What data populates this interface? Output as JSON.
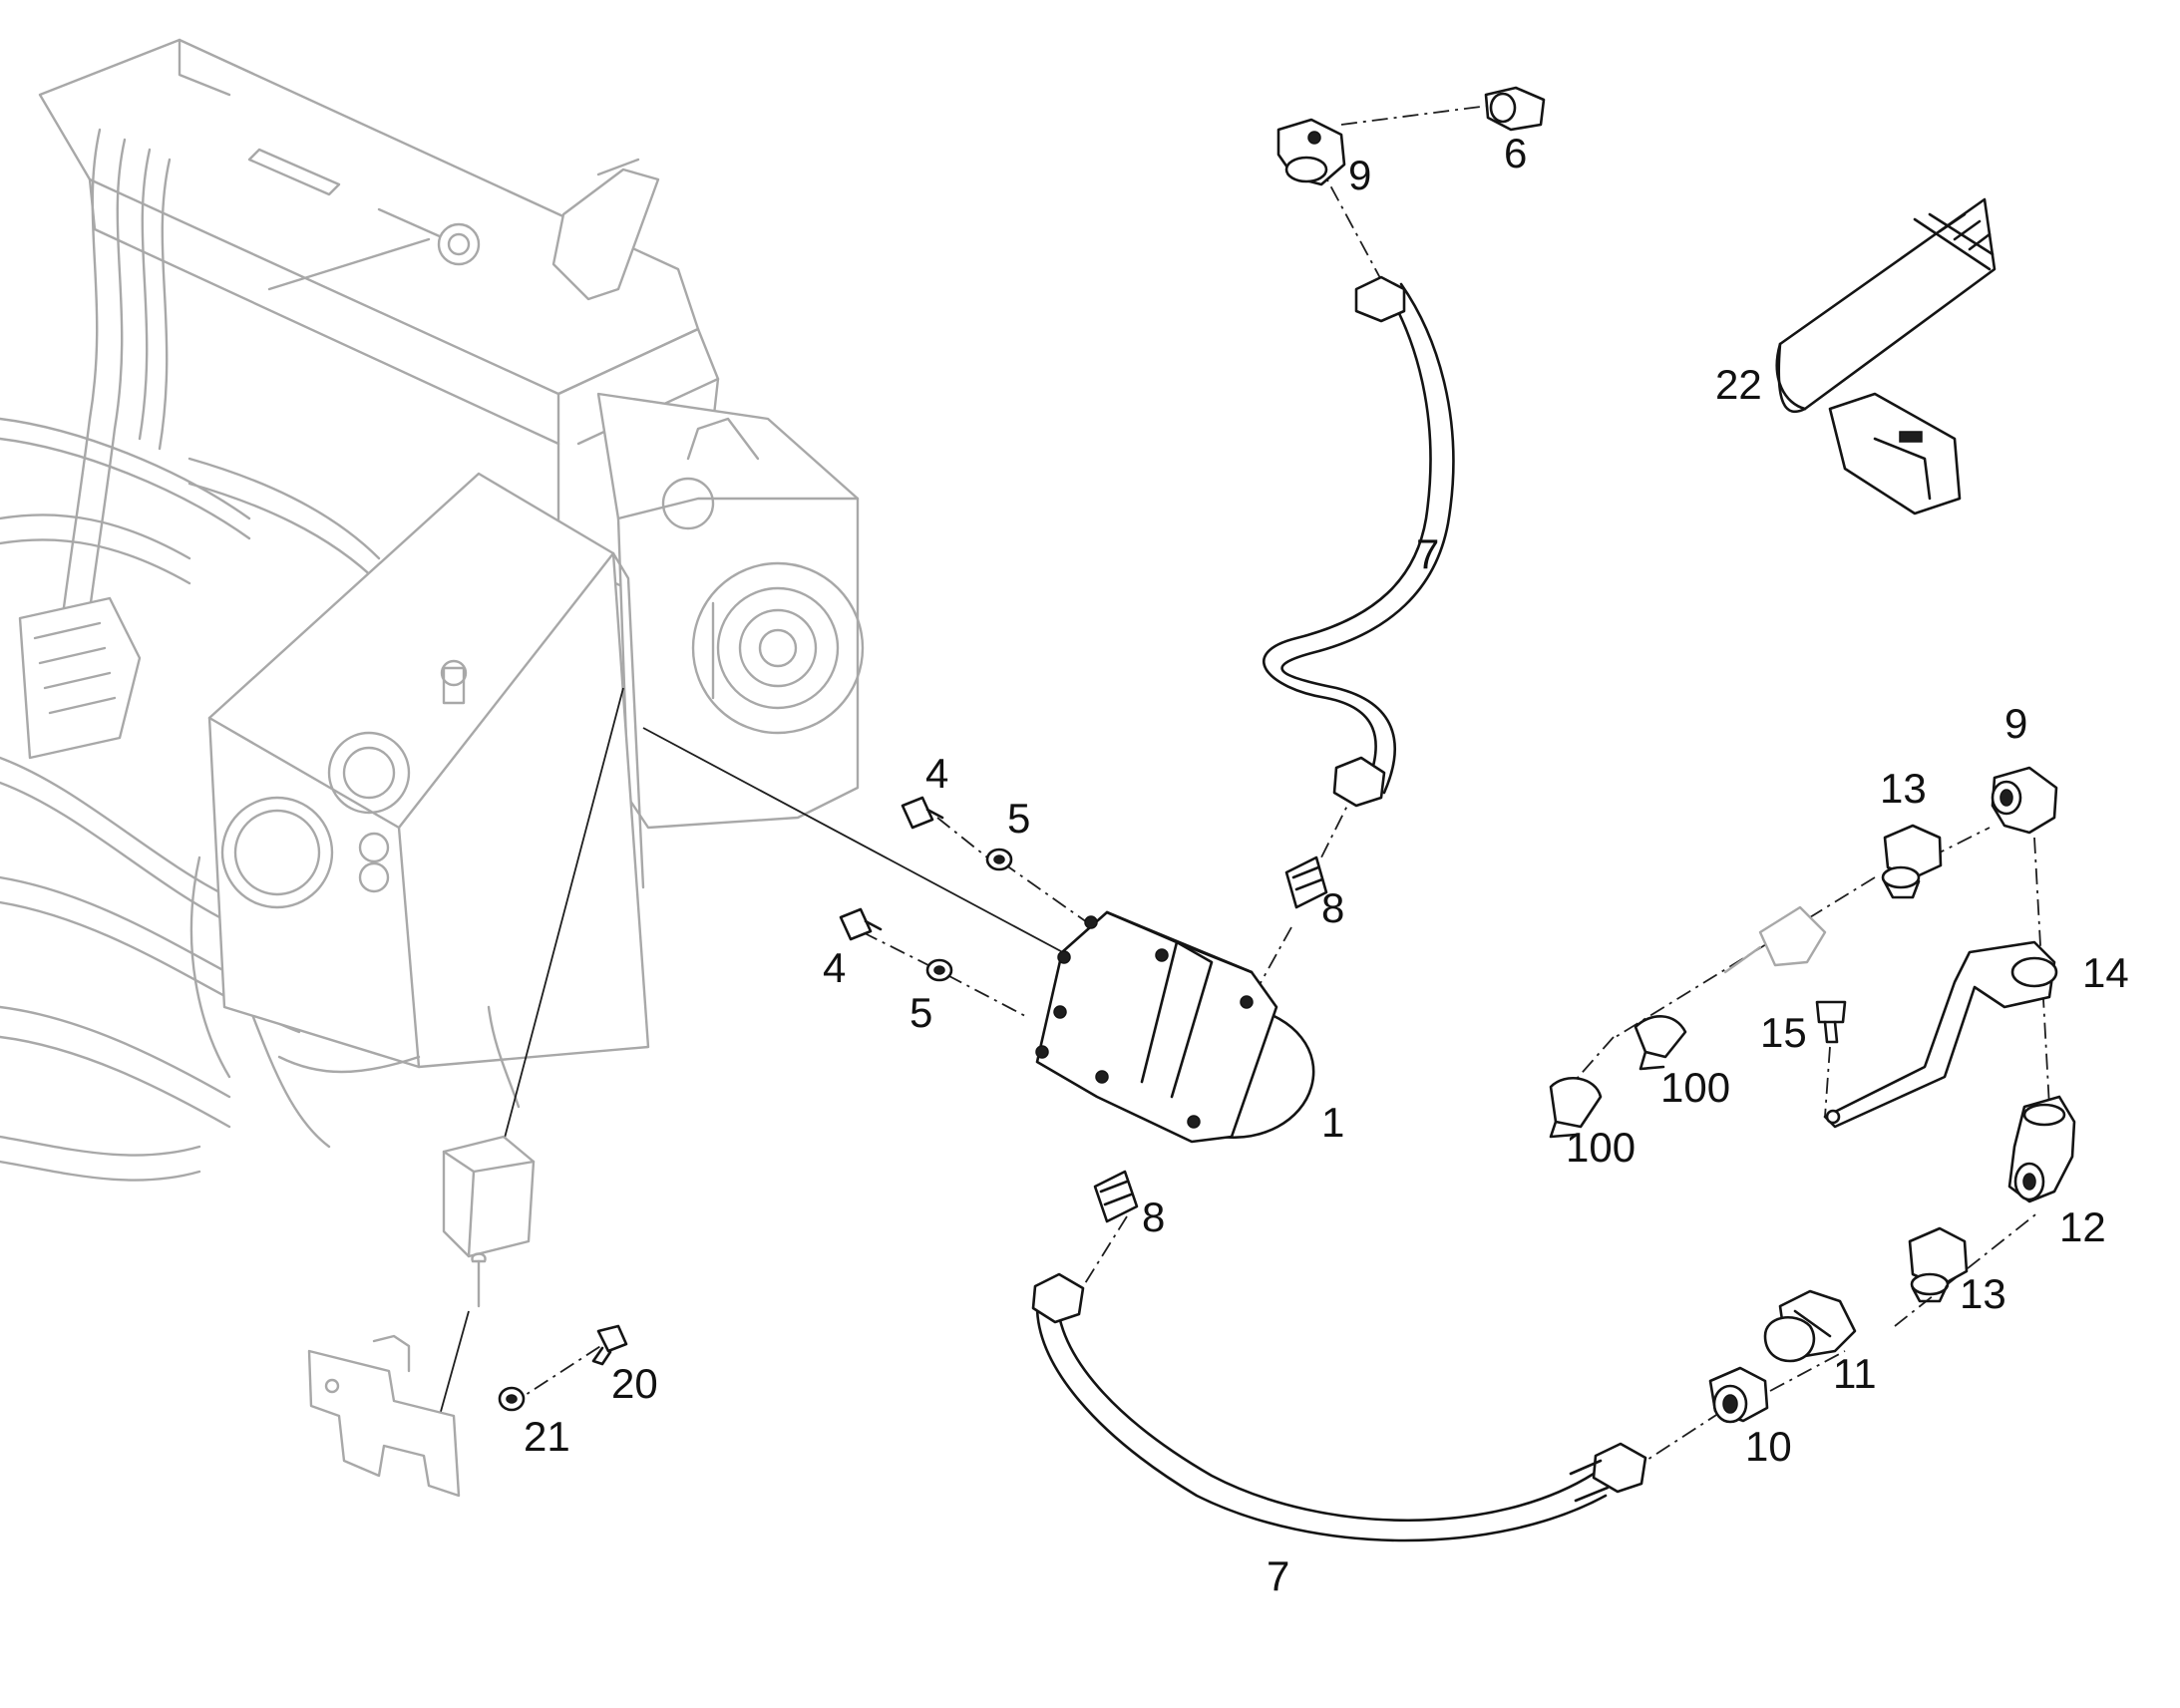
{
  "figure": {
    "type": "exploded parts diagram",
    "callouts": [
      {
        "id": "c-1",
        "text": "1"
      },
      {
        "id": "c-4a",
        "text": "4"
      },
      {
        "id": "c-4b",
        "text": "4"
      },
      {
        "id": "c-5a",
        "text": "5"
      },
      {
        "id": "c-5b",
        "text": "5"
      },
      {
        "id": "c-6",
        "text": "6"
      },
      {
        "id": "c-7a",
        "text": "7"
      },
      {
        "id": "c-7b",
        "text": "7"
      },
      {
        "id": "c-8a",
        "text": "8"
      },
      {
        "id": "c-8b",
        "text": "8"
      },
      {
        "id": "c-9a",
        "text": "9"
      },
      {
        "id": "c-9b",
        "text": "9"
      },
      {
        "id": "c-10",
        "text": "10"
      },
      {
        "id": "c-11",
        "text": "11"
      },
      {
        "id": "c-12",
        "text": "12"
      },
      {
        "id": "c-13a",
        "text": "13"
      },
      {
        "id": "c-13b",
        "text": "13"
      },
      {
        "id": "c-14",
        "text": "14"
      },
      {
        "id": "c-15",
        "text": "15"
      },
      {
        "id": "c-20",
        "text": "20"
      },
      {
        "id": "c-21",
        "text": "21"
      },
      {
        "id": "c-22",
        "text": "22"
      },
      {
        "id": "c-100a",
        "text": "100"
      },
      {
        "id": "c-100b",
        "text": "100"
      }
    ],
    "colors": {
      "background": "#ffffff",
      "parts": "#141414",
      "context_machine": "#a8a8a8"
    }
  }
}
